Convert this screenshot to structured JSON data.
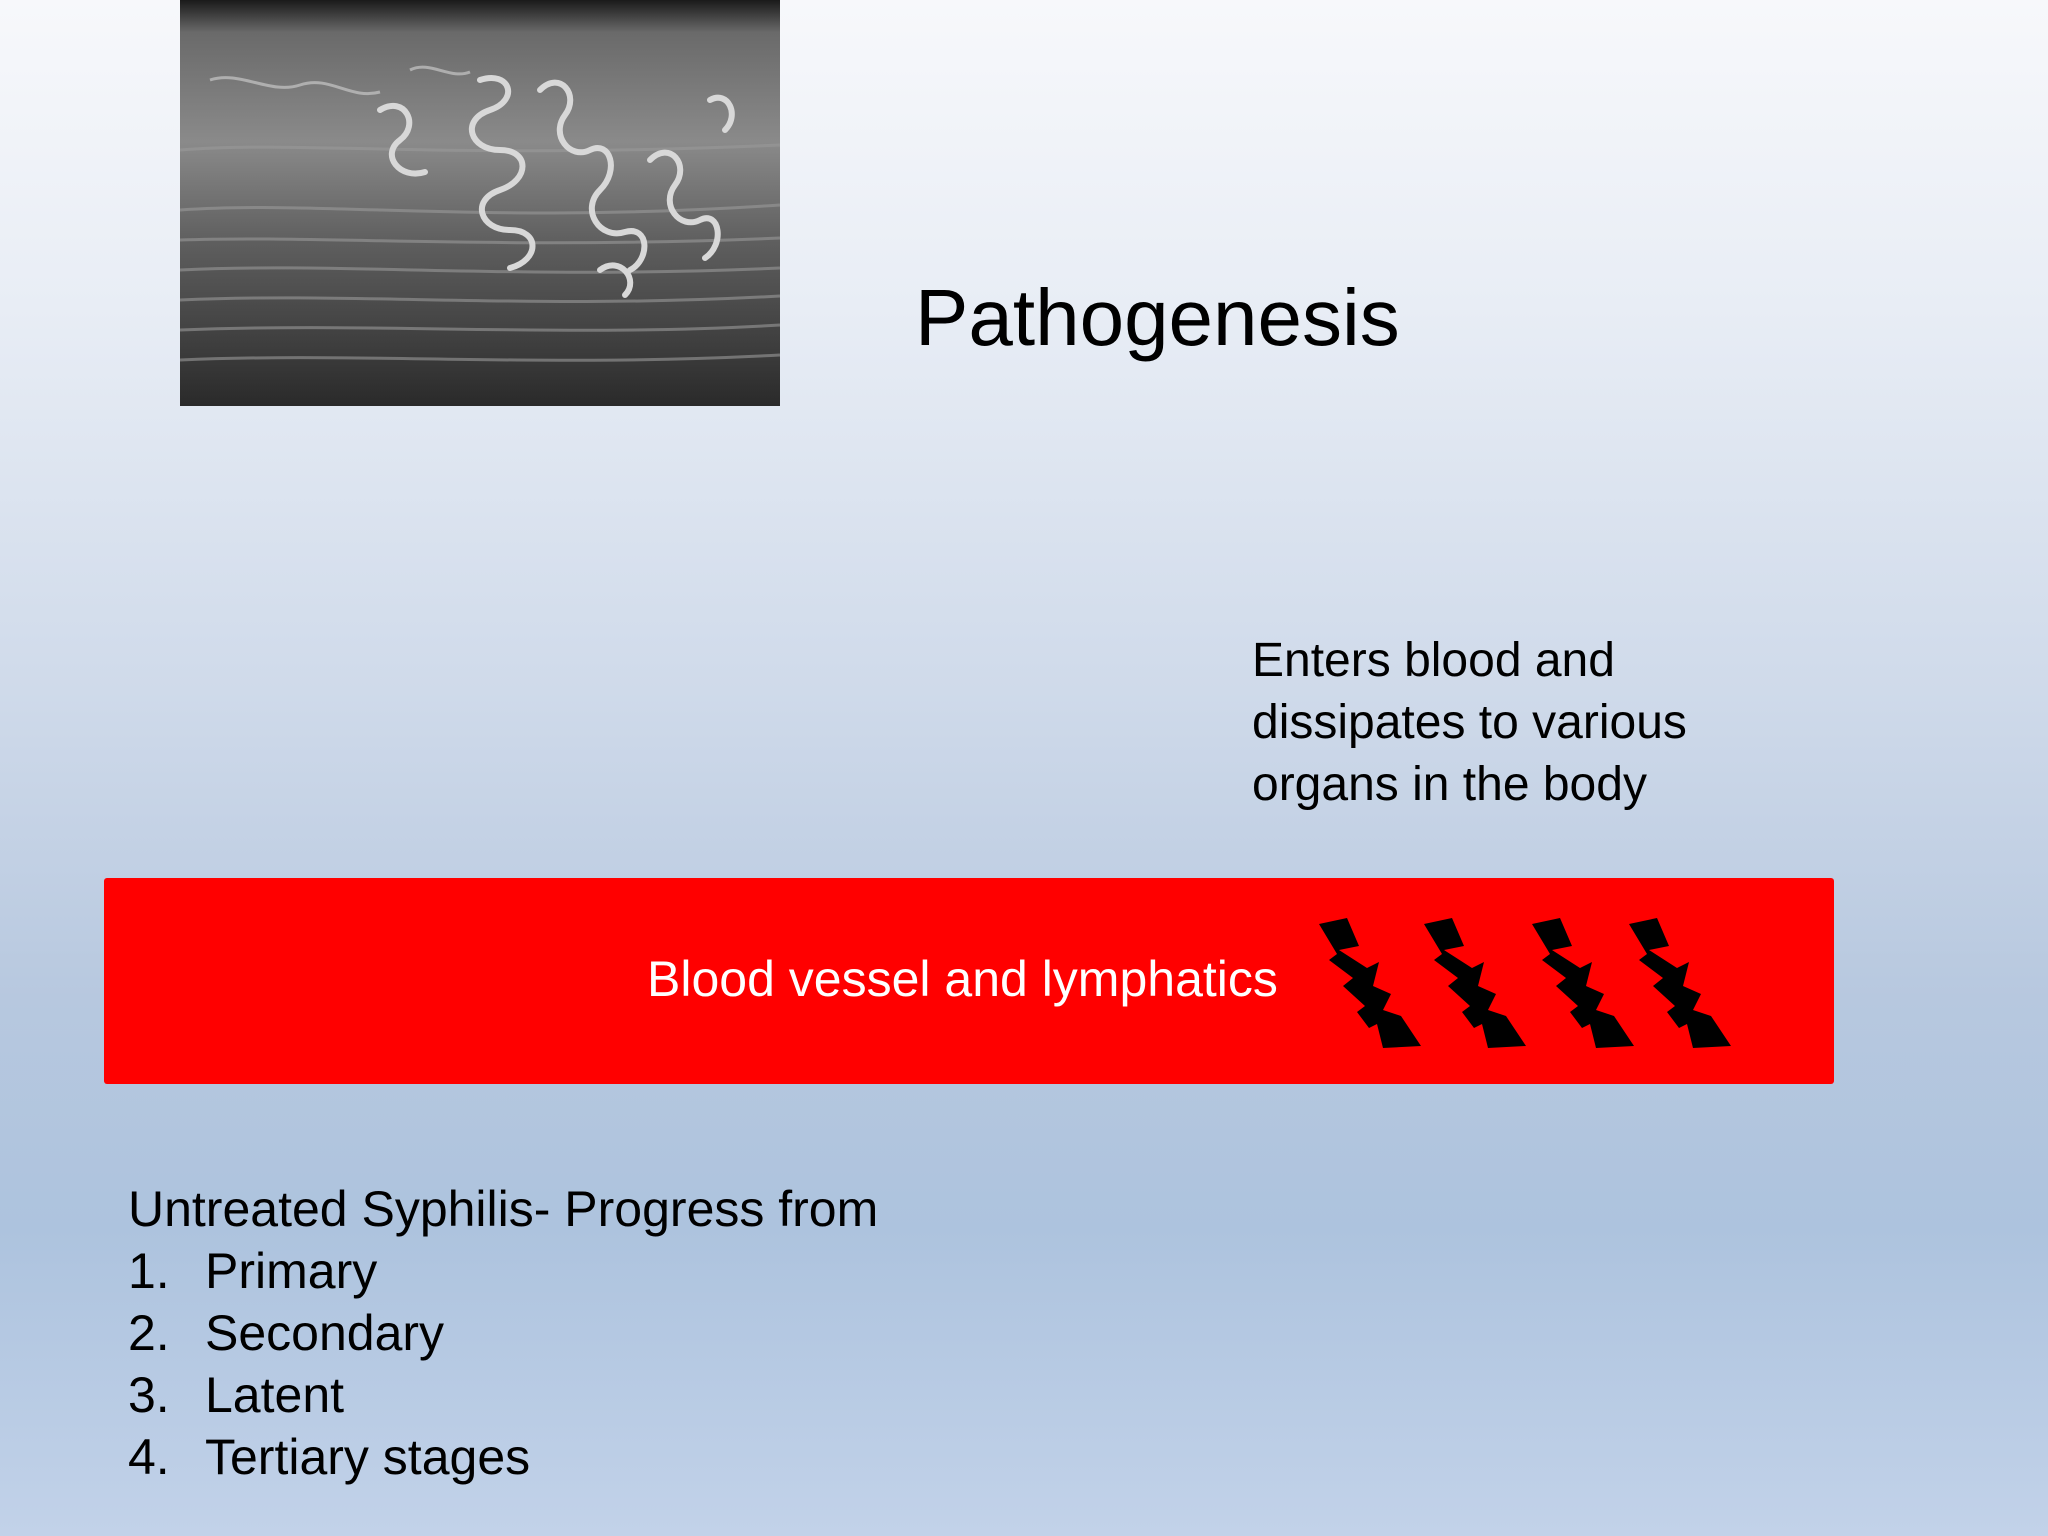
{
  "slide": {
    "title": "Pathogenesis",
    "note_lines": [
      "Enters blood and",
      "dissipates to various",
      "organs in the body"
    ],
    "vessel": {
      "label": "Blood vessel and lymphatics",
      "color": "#ff0000",
      "organisms": 4
    },
    "stages": {
      "heading": "Untreated Syphilis- Progress from",
      "items": [
        {
          "num": "1.",
          "label": "Primary"
        },
        {
          "num": "2.",
          "label": "Secondary"
        },
        {
          "num": "3.",
          "label": "Latent"
        },
        {
          "num": "4.",
          "label": "Tertiary stages"
        }
      ]
    },
    "image": {
      "icon": "spirochete-micrograph"
    }
  }
}
